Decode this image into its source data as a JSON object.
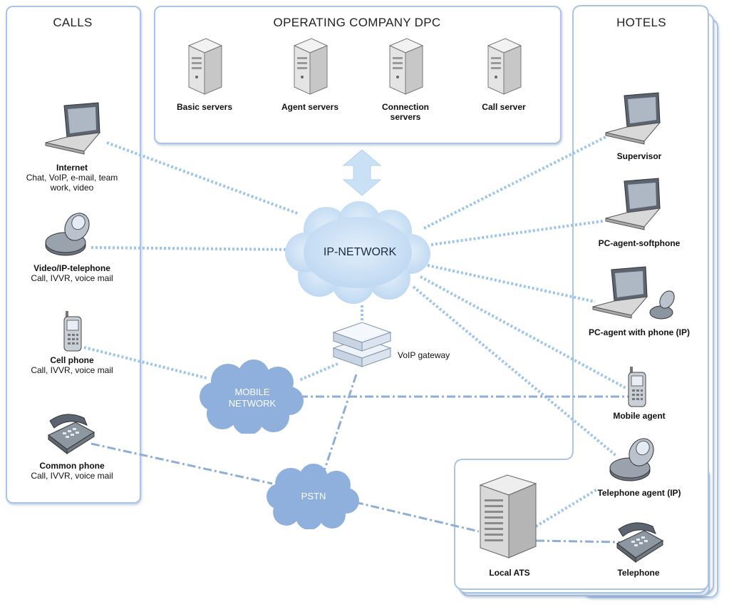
{
  "panels": {
    "calls": "CALLS",
    "dpc": "OPERATING COMPANY DPC",
    "hotels": "HOTELS"
  },
  "servers": [
    {
      "label": "Basic servers",
      "icon": "server-tower-icon"
    },
    {
      "label": "Agent servers",
      "icon": "server-tower-icon"
    },
    {
      "label": "Connection servers",
      "icon": "server-tower-icon"
    },
    {
      "label": "Call server",
      "icon": "server-tower-icon"
    }
  ],
  "calls": [
    {
      "title": "Internet",
      "sub": "Chat, VoIP, e-mail, team work, video",
      "icon": "laptop-icon"
    },
    {
      "title": "Video/IP-telephone",
      "sub": "Call, IVVR, voice mail",
      "icon": "ip-phone-icon"
    },
    {
      "title": "Cell phone",
      "sub": "Call, IVVR, voice mail",
      "icon": "cell-phone-icon"
    },
    {
      "title": "Common phone",
      "sub": "Call, IVVR, voice mail",
      "icon": "desk-phone-icon"
    }
  ],
  "hotels": [
    {
      "title": "Supervisor",
      "icon": "laptop-icon"
    },
    {
      "title": "PC-agent-softphone",
      "icon": "laptop-icon"
    },
    {
      "title": "PC-agent with phone (IP)",
      "icon": "laptop-phone-icon"
    },
    {
      "title": "Mobile agent",
      "icon": "cell-phone-icon"
    },
    {
      "title": "Telephone agent (IP)",
      "icon": "ip-phone-icon"
    },
    {
      "title": "Local ATS",
      "icon": "ats-cabinet-icon"
    },
    {
      "title": "Telephone",
      "icon": "desk-phone-icon"
    }
  ],
  "networks": {
    "ip": "IP-NETWORK",
    "mobile": "MOBILE NETWORK",
    "pstn": "PSTN",
    "gateway": "VoIP gateway"
  },
  "colors": {
    "panel_border": "#a9c4e4",
    "cloud_light": "#c9e0f5",
    "cloud_dark": "#8fb0dc",
    "link": "#9cc4ec",
    "link_dark": "#8eaed8"
  }
}
